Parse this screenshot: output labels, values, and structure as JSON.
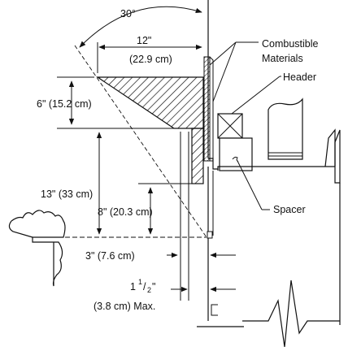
{
  "labels": {
    "angle": "30°",
    "depth_in": "12\"",
    "depth_cm": "(22.9 cm)",
    "combustible_line1": "Combustible",
    "combustible_line2": "Materials",
    "header": "Header",
    "height_6": "6\" (15.2 cm)",
    "height_13": "13\" (33 cm)",
    "height_8": "8\" (20.3 cm)",
    "spacer": "Spacer",
    "offset_3": "3\" (7.6 cm)",
    "gap_whole": "1",
    "gap_num": "1",
    "gap_den": "2",
    "gap_tail": "\"",
    "gap_cm": "(3.8 cm) Max."
  },
  "colors": {
    "line": "#111111",
    "hatch": "#111111",
    "background": "#ffffff"
  }
}
